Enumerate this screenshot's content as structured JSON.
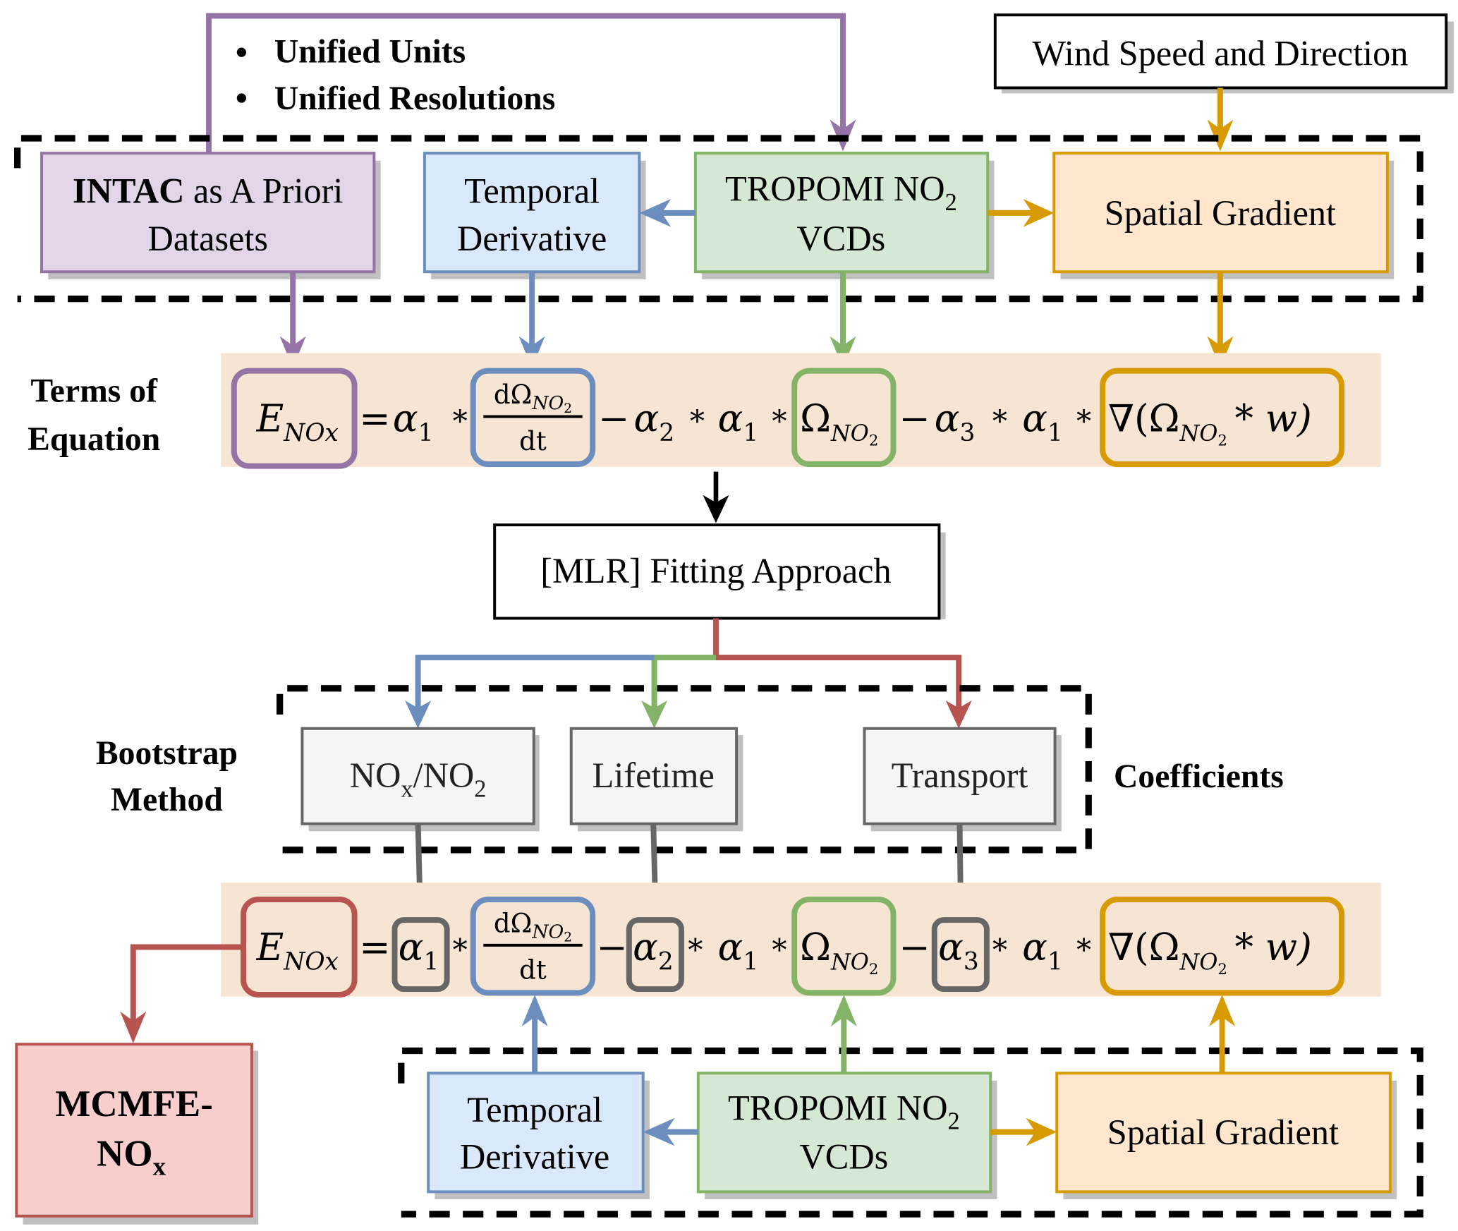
{
  "colors": {
    "purple": "#9673a6",
    "purple_fill": "#e1d5e7",
    "blue": "#6c8ebf",
    "blue_fill": "#dae8fc",
    "green": "#82b366",
    "green_fill": "#d5e8d4",
    "orange": "#d79b00",
    "orange_fill": "#ffe6cc",
    "red": "#b85450",
    "red_fill": "#f8cecc",
    "gray": "#666666",
    "gray_fill": "#f5f5f5",
    "equation_band": "#f6e5d2"
  },
  "notes": {
    "bullets": [
      "Unified Units",
      "Unified Resolutions"
    ]
  },
  "top": {
    "wind": "Wind Speed and Direction",
    "intac_bold": "INTAC",
    "intac_rest": " as A Priori",
    "intac_line2": "Datasets",
    "temporal_line1": "Temporal",
    "temporal_line2": "Derivative",
    "tropomi_line1": "TROPOMI NO",
    "tropomi_sub": "2",
    "tropomi_line2": "VCDs",
    "spatial": "Spatial Gradient"
  },
  "labels": {
    "terms_line1": "Terms of",
    "terms_line2": "Equation",
    "bootstrap_line1": "Bootstrap",
    "bootstrap_line2": "Method",
    "coefficients": "Coefficients"
  },
  "equation": {
    "E": "E",
    "E_sub": "NOx",
    "eq": "=",
    "alpha": "α",
    "one": "1",
    "two": "2",
    "three": "3",
    "star": "*",
    "minus": "−",
    "dOmega": "dΩ",
    "omega": "Ω",
    "no2_sub": "NO",
    "no2_subsub": "2",
    "dt": "dt",
    "nabla_open": "∇(Ω",
    "w_close": "* w)"
  },
  "mlr": {
    "label": "[MLR] Fitting Approach"
  },
  "coefficients": {
    "ratio_a": "NO",
    "ratio_a_sub": "x",
    "ratio_b": "/NO",
    "ratio_b_sub": "2",
    "lifetime": "Lifetime",
    "transport": "Transport"
  },
  "output": {
    "line1": "MCMFE-",
    "line2": "NO",
    "line2_sub": "x"
  }
}
